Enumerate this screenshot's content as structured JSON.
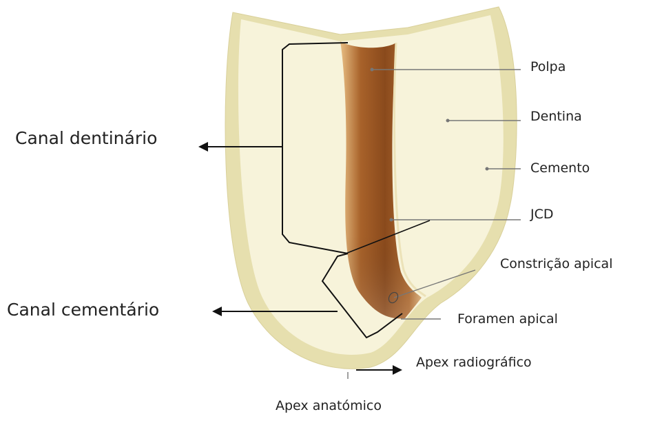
{
  "labels": {
    "polpa": "Polpa",
    "dentina": "Dentina",
    "cemento": "Cemento",
    "jcd": "JCD",
    "constricao_apical": "Constrição apical",
    "foramen_apical": "Foramen apical",
    "apex_radiografico": "Apex radiográfico",
    "apex_anatomico": "Apex anatómico",
    "canal_dentinario": "Canal dentinário",
    "canal_cementario": "Canal cementário"
  },
  "colors": {
    "cementum": "#E6DFAE",
    "dentin": "#F6F2D9",
    "pulp_dark": "#8E4F1F",
    "pulp_mid": "#B97535",
    "pulp_light": "#E0B071",
    "lines": "#111111",
    "leader": "#777777",
    "text": "#222222"
  }
}
